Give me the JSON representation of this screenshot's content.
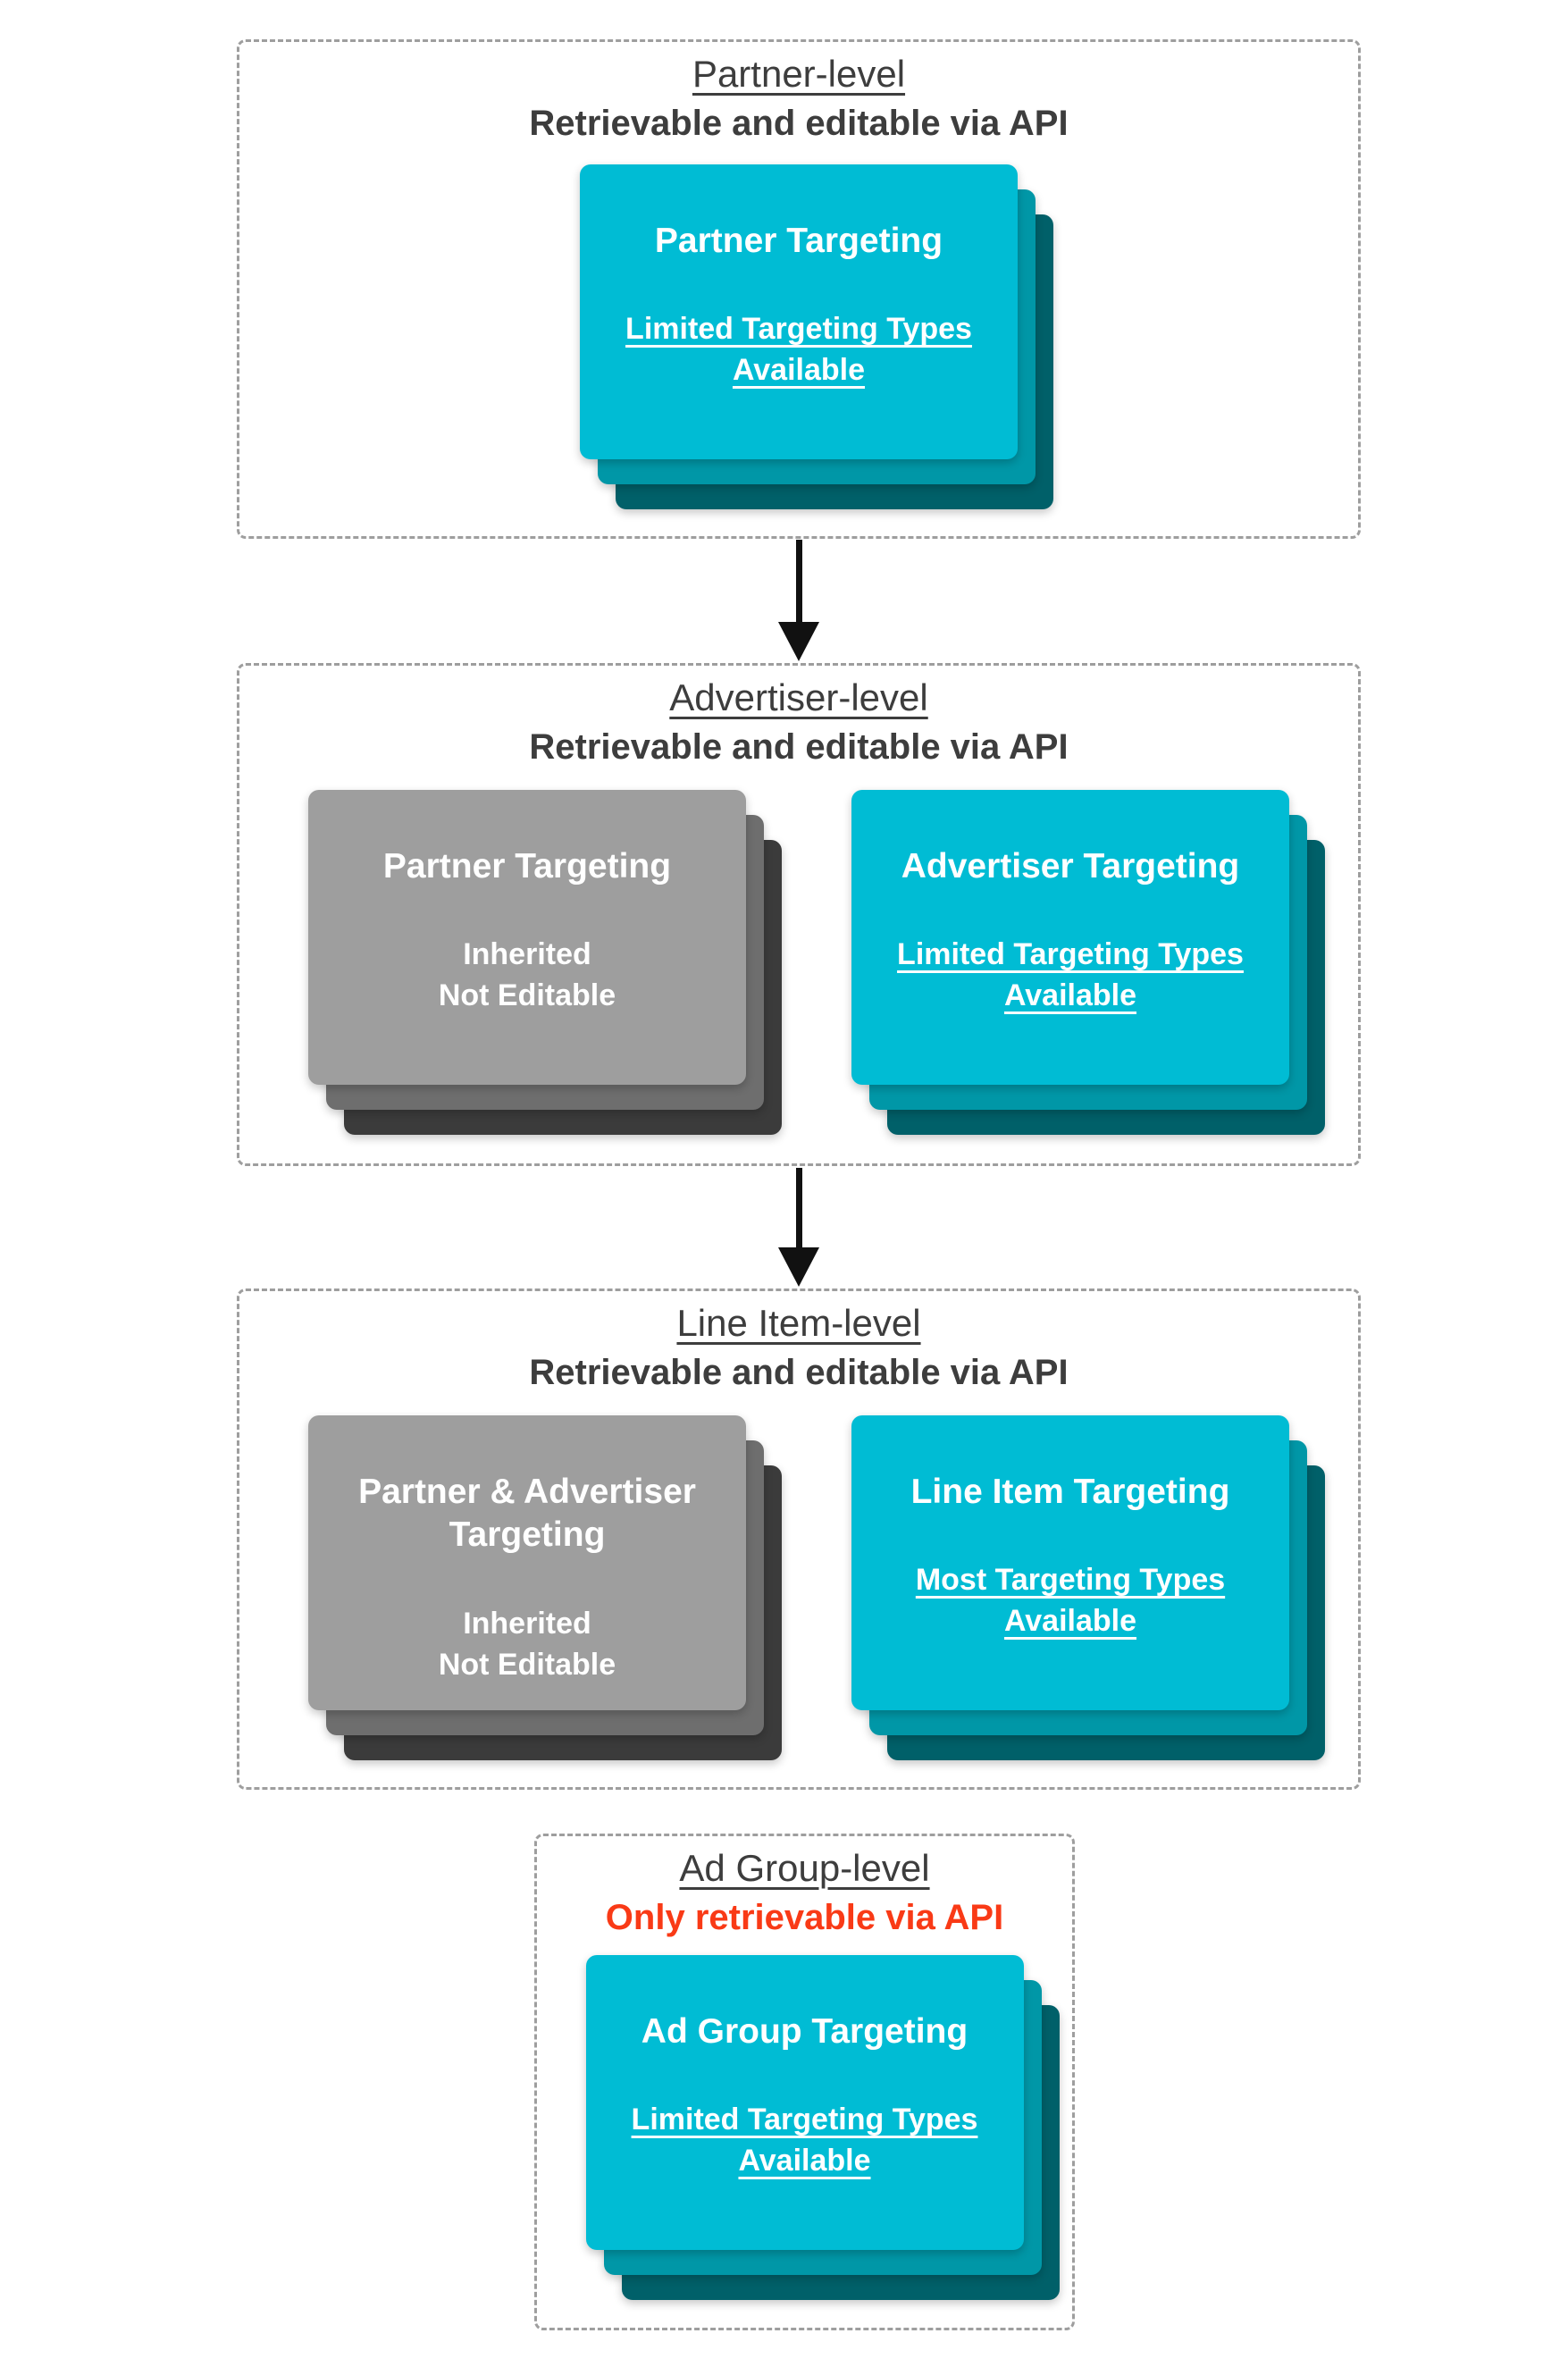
{
  "colors": {
    "canvas-bg": "#ffffff",
    "cyan-front": "#00bcd4",
    "cyan-mid": "#0097a7",
    "cyan-dark": "#006069",
    "gray-front": "#9e9e9e",
    "gray-mid": "#6e6e6e",
    "gray-dark": "#3b3b3b",
    "header-text": "#3d3d3d",
    "alert-red": "#f93a16",
    "card-text": "#ffffff",
    "dash-border": "#9e9e9e",
    "arrow-black": "#111111"
  },
  "sections": [
    {
      "title": "Partner-level",
      "subtitle": "Retrievable and editable via API",
      "cards": [
        {
          "title": "Partner Targeting",
          "subtext": "Limited Targeting Types\nAvailable"
        }
      ]
    },
    {
      "title": "Advertiser-level",
      "subtitle": "Retrievable and editable via API",
      "cards": [
        {
          "title": "Partner Targeting",
          "subtext": "Inherited\nNot Editable"
        },
        {
          "title": "Advertiser Targeting",
          "subtext": "Limited Targeting Types\nAvailable"
        }
      ]
    },
    {
      "title": "Line Item-level",
      "subtitle": "Retrievable and editable via API",
      "cards": [
        {
          "title": "Partner & Advertiser\nTargeting",
          "subtext": "Inherited\nNot Editable"
        },
        {
          "title": "Line Item Targeting",
          "subtext": "Most Targeting Types\nAvailable"
        }
      ]
    },
    {
      "title": "Ad Group-level",
      "subtitle": "Only retrievable via API",
      "cards": [
        {
          "title": "Ad Group Targeting",
          "subtext": "Limited Targeting Types\nAvailable"
        }
      ]
    }
  ]
}
